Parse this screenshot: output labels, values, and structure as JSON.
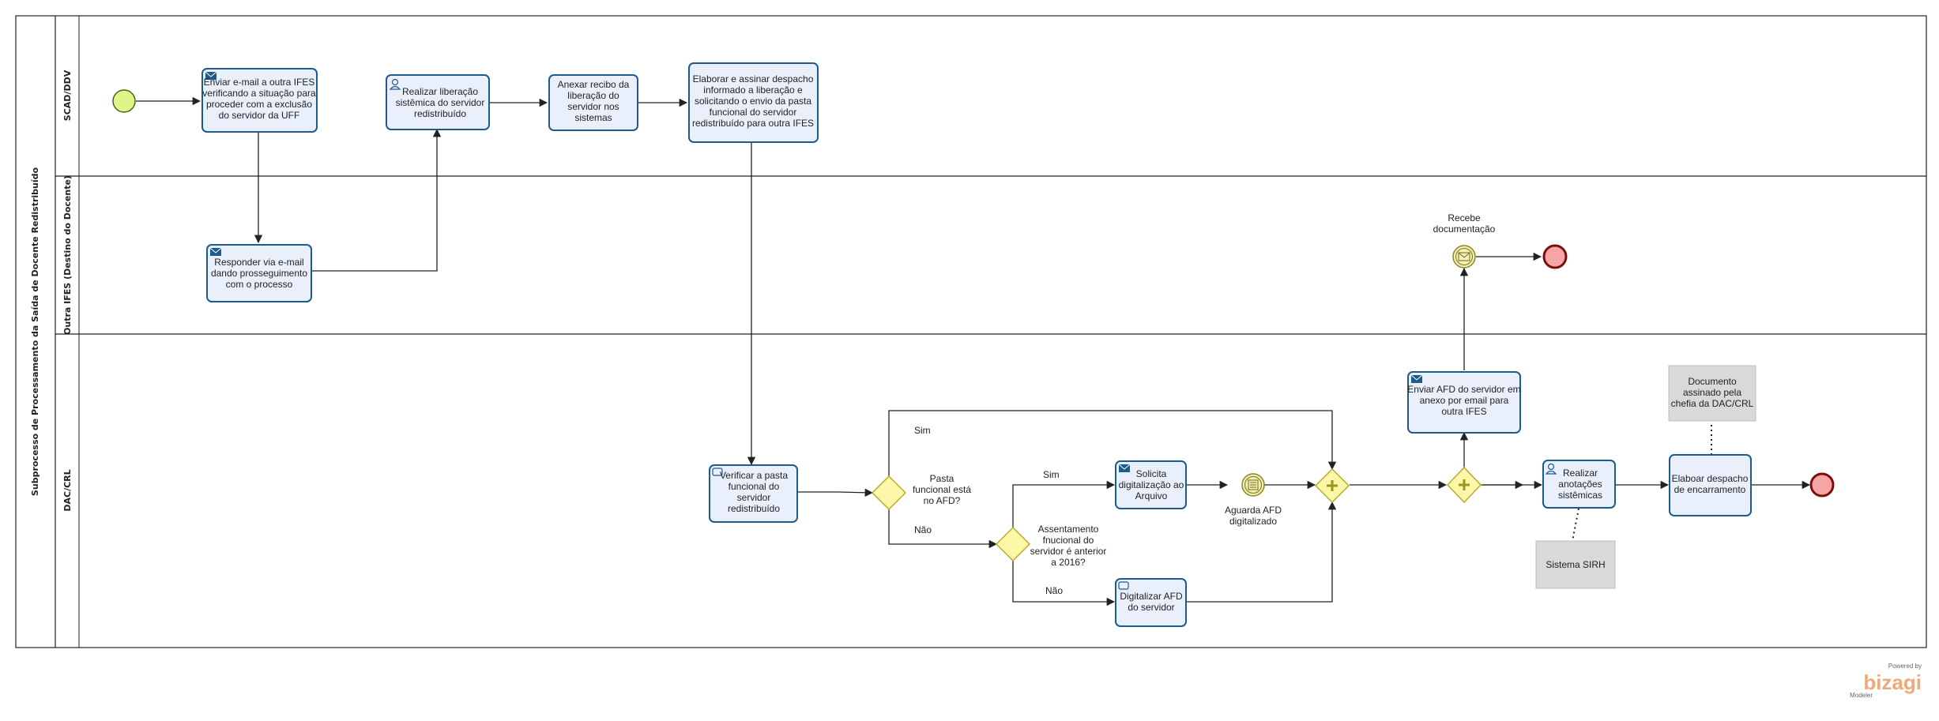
{
  "pool": {
    "title": "Subprocesso  de Processamento da Saída de Docente Redistribuído"
  },
  "lanes": [
    {
      "id": "scad",
      "label": "SCAD/DDV"
    },
    {
      "id": "outra",
      "label": "Outra IFES (Destino do Docente)"
    },
    {
      "id": "dac",
      "label": "DAC/CRL"
    }
  ],
  "tasks": [
    {
      "id": "t1",
      "type": "send",
      "lines": [
        "Enviar e-mail a outra IFES",
        "verificando a situação para",
        "proceder com a exclusão",
        "do servidor da UFF"
      ]
    },
    {
      "id": "t2",
      "type": "send",
      "lines": [
        "Responder via  e-mail",
        "dando prosseguimento",
        "com o processo"
      ]
    },
    {
      "id": "t3",
      "type": "user",
      "lines": [
        "Realizar liberação",
        "sistêmica do servidor",
        "redistribuído"
      ]
    },
    {
      "id": "t4",
      "type": "none",
      "lines": [
        "Anexar recibo da",
        "liberação do",
        "servidor nos",
        "sistemas"
      ]
    },
    {
      "id": "t5",
      "type": "none",
      "lines": [
        "Elaborar e assinar despacho",
        "informado a liberação e",
        "solicitando o envio da pasta",
        "funcional do servidor",
        "redistribuído para outra IFES"
      ]
    },
    {
      "id": "t6",
      "type": "manual",
      "lines": [
        "Verificar a pasta",
        "funcional do",
        "servidor",
        "redistribuído"
      ]
    },
    {
      "id": "t7",
      "type": "send",
      "lines": [
        "Solicita",
        "digitalização ao",
        "Arquivo"
      ]
    },
    {
      "id": "t8",
      "type": "manual",
      "lines": [
        "Digitalizar AFD",
        "do servidor"
      ]
    },
    {
      "id": "t9",
      "type": "send",
      "lines": [
        "Enviar AFD do servidor em",
        "anexo por email para",
        "outra IFES"
      ]
    },
    {
      "id": "t10",
      "type": "user",
      "lines": [
        "Realizar",
        "anotações",
        "sistêmicas"
      ]
    },
    {
      "id": "t11",
      "type": "none",
      "lines": [
        "Elaboar despacho",
        "de encarramento"
      ]
    }
  ],
  "gateways": [
    {
      "id": "g1",
      "type": "exclusive",
      "lines": [
        "Pasta",
        "funcional está",
        "no AFD?"
      ]
    },
    {
      "id": "g2",
      "type": "exclusive",
      "lines": [
        "Assentamento",
        "fnucional do",
        "servidor é anterior",
        "a 2016?"
      ]
    },
    {
      "id": "g3",
      "type": "parallel",
      "lines": []
    },
    {
      "id": "g4",
      "type": "parallel",
      "lines": []
    }
  ],
  "events": [
    {
      "id": "start",
      "type": "start",
      "lines": []
    },
    {
      "id": "wait_afd",
      "type": "intermediate-message",
      "lines": [
        "Aguarda AFD",
        "digitalizado"
      ]
    },
    {
      "id": "recv_doc",
      "type": "intermediate-message",
      "lines": [
        "Recebe",
        "documentação"
      ]
    },
    {
      "id": "end_outra",
      "type": "end",
      "lines": []
    },
    {
      "id": "end_dac",
      "type": "end",
      "lines": []
    }
  ],
  "flow_labels": {
    "sim_top": "Sim",
    "nao_g1": "Não",
    "sim_g2": "Sim",
    "nao_g2": "Não"
  },
  "artifacts": [
    {
      "id": "a1",
      "lines": [
        "Documento",
        "assinado pela",
        "chefia da DAC/CRL"
      ]
    },
    {
      "id": "a2",
      "lines": [
        "Sistema SIRH"
      ]
    }
  ],
  "branding": {
    "powered": "Powered by",
    "name": "bizagi",
    "product": "Modeler"
  }
}
